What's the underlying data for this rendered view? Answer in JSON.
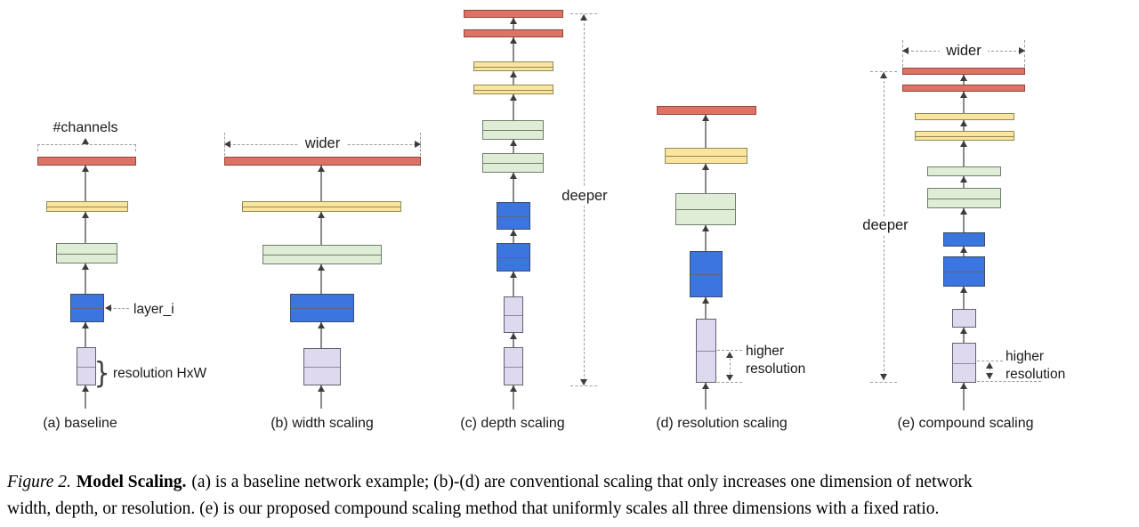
{
  "palette": {
    "red_fill": "#dc7365",
    "red_border": "#95453a",
    "yellow_fill": "#fbe49d",
    "yellow_border": "#8e8a58",
    "green_fill": "#dfecd6",
    "green_border": "#6f7f6c",
    "blue_fill": "#3a75e0",
    "blue_border": "#3f4d66",
    "blue_divider": "#5d6677",
    "purple_fill": "#ded9ee",
    "purple_border": "#62626e",
    "purple_divider": "#8d89a2",
    "arrow_line": "#8a8a8a",
    "arrow_head": "#3c3c3c",
    "dash": "#9c9c9c",
    "text": "#1a1a1a"
  },
  "figure": {
    "columns": {
      "a": {
        "caption": "(a) baseline",
        "channels_label": "#channels",
        "layer_label": "layer_i",
        "resolution_brace": "}",
        "resolution_label": "resolution HxW"
      },
      "b": {
        "caption": "(b) width scaling",
        "wider_label": "wider"
      },
      "c": {
        "caption": "(c) depth scaling",
        "deeper_label": "deeper"
      },
      "d": {
        "caption": "(d) resolution scaling",
        "higher_label_line1": "higher",
        "higher_label_line2": "resolution"
      },
      "e": {
        "caption": "(e) compound scaling",
        "wider_label": "wider",
        "deeper_label": "deeper",
        "higher_label_line1": "higher",
        "higher_label_line2": "resolution"
      }
    }
  },
  "caption": {
    "figure_label": "Figure 2.",
    "title": "Model Scaling.",
    "line1_rest": "(a) is a baseline network example; (b)-(d) are conventional scaling that only increases one dimension of network",
    "line2": "width, depth, or resolution. (e) is our proposed compound scaling method that uniformly scales all three dimensions with a fixed ratio."
  }
}
